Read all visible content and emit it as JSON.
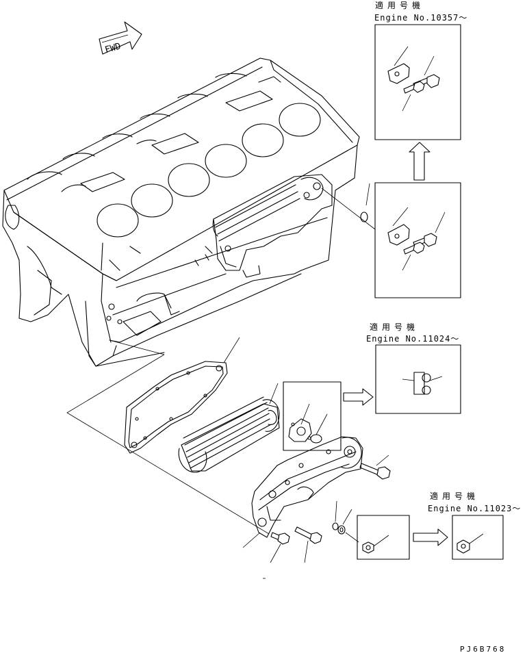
{
  "fwd_label": "FWD",
  "callouts": [
    {
      "applicable": "適用号機",
      "engine": "Engine No.10357～"
    },
    {
      "applicable": "適用号機",
      "engine": "Engine No.11024～"
    },
    {
      "applicable": "適用号機",
      "engine": "Engine No.11023～"
    }
  ],
  "drawing_code": "PJ6B768"
}
